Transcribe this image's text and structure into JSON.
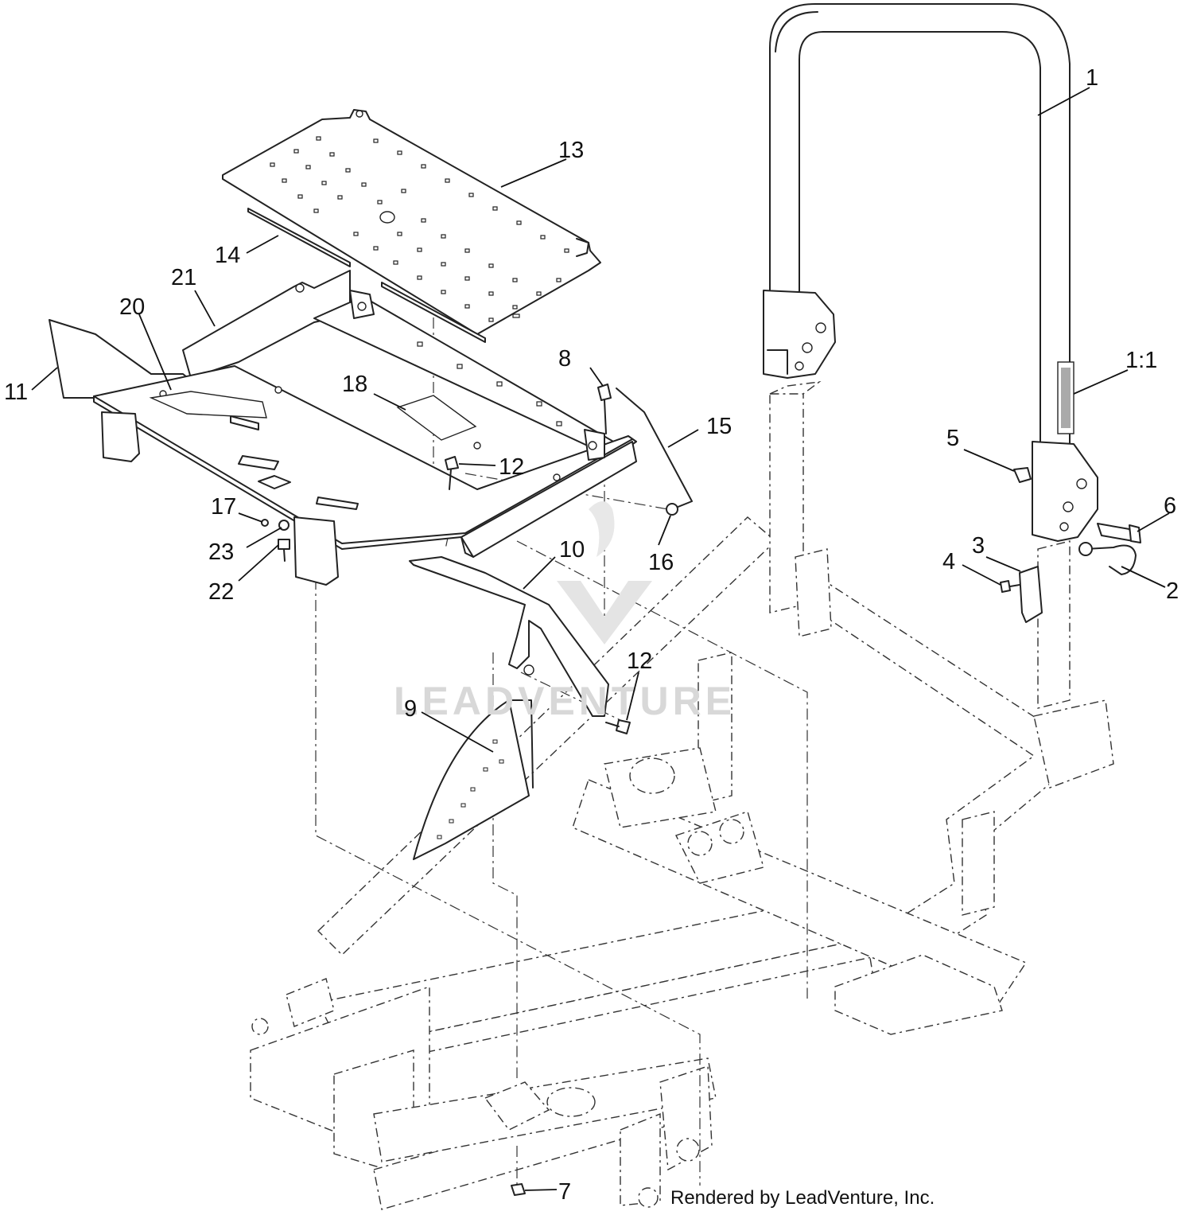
{
  "watermark": "LEADVENTURE",
  "footer": "Rendered by LeadVenture, Inc.",
  "callouts": [
    {
      "id": "c1",
      "label": "1"
    },
    {
      "id": "c1_1",
      "label": "1:1"
    },
    {
      "id": "c2",
      "label": "2"
    },
    {
      "id": "c3",
      "label": "3"
    },
    {
      "id": "c4",
      "label": "4"
    },
    {
      "id": "c5",
      "label": "5"
    },
    {
      "id": "c6",
      "label": "6"
    },
    {
      "id": "c7",
      "label": "7"
    },
    {
      "id": "c8",
      "label": "8"
    },
    {
      "id": "c9",
      "label": "9"
    },
    {
      "id": "c10",
      "label": "10"
    },
    {
      "id": "c11",
      "label": "11"
    },
    {
      "id": "c12a",
      "label": "12"
    },
    {
      "id": "c12b",
      "label": "12"
    },
    {
      "id": "c13",
      "label": "13"
    },
    {
      "id": "c14",
      "label": "14"
    },
    {
      "id": "c15",
      "label": "15"
    },
    {
      "id": "c16",
      "label": "16"
    },
    {
      "id": "c17",
      "label": "17"
    },
    {
      "id": "c18",
      "label": "18"
    },
    {
      "id": "c20",
      "label": "20"
    },
    {
      "id": "c21",
      "label": "21"
    },
    {
      "id": "c22",
      "label": "22"
    },
    {
      "id": "c23",
      "label": "23"
    }
  ]
}
